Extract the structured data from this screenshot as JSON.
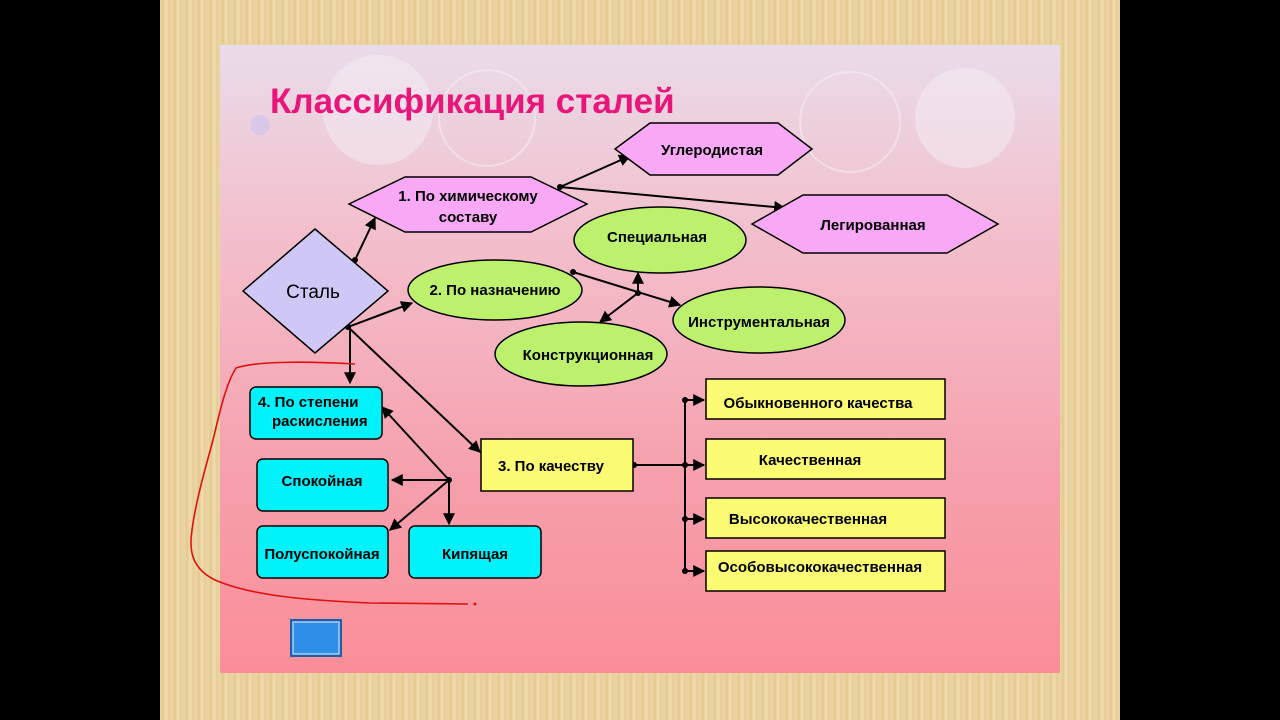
{
  "title": "Классификация  сталей",
  "root": "Сталь",
  "branches": {
    "chemical": {
      "label_lines": [
        "1. По химическому",
        "составу"
      ],
      "children": [
        "Углеродистая",
        "Легированная"
      ]
    },
    "purpose": {
      "label": "2. По назначению",
      "children": [
        "Специальная",
        "Инструментальная",
        "Конструкционная"
      ]
    },
    "quality": {
      "label": "3. По качеству",
      "children": [
        "Обыкновенного качества",
        "Качественная",
        "Высококачественная",
        "Особовысококачественная"
      ]
    },
    "deoxidation": {
      "label_lines": [
        "4. По степени",
        "раскисления"
      ],
      "children": [
        "Спокойная",
        "Полуспокойная",
        "Кипящая"
      ]
    }
  },
  "colors": {
    "hexagon": "#f9a8f6",
    "diamond": "#cfc8f6",
    "ellipse": "#bdf06c",
    "rect_yellow": "#fbfb74",
    "rect_cyan": "#00f2fb",
    "title": "#e8157a",
    "annotation": "#e01010",
    "nav_button": "#2f8ee8"
  }
}
